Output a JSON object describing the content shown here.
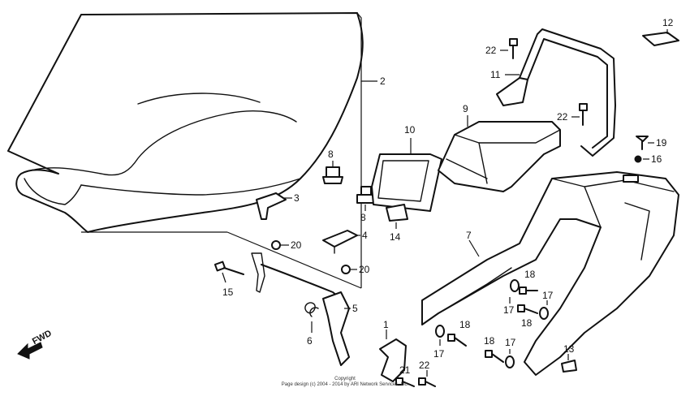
{
  "callouts": {
    "c2": "2",
    "c3": "3",
    "c4": "4",
    "c5": "5",
    "c6": "6",
    "c7": "7",
    "c8a": "8",
    "c8b": "8",
    "c9": "9",
    "c10": "10",
    "c11": "11",
    "c12": "12",
    "c13": "13",
    "c14": "14",
    "c15": "15",
    "c16": "16",
    "c17a": "17",
    "c17b": "17",
    "c17c": "17",
    "c17d": "17",
    "c18a": "18",
    "c18b": "18",
    "c18c": "18",
    "c18d": "18",
    "c19": "19",
    "c20a": "20",
    "c20b": "20",
    "c21": "21",
    "c22a": "22",
    "c22b": "22",
    "c22c": "22",
    "c1": "1"
  },
  "fwd_label": "FWD",
  "footer": {
    "copyright": "Copyright",
    "line": "Page design (c) 2004 - 2014 by ARI Network Services, Inc."
  }
}
